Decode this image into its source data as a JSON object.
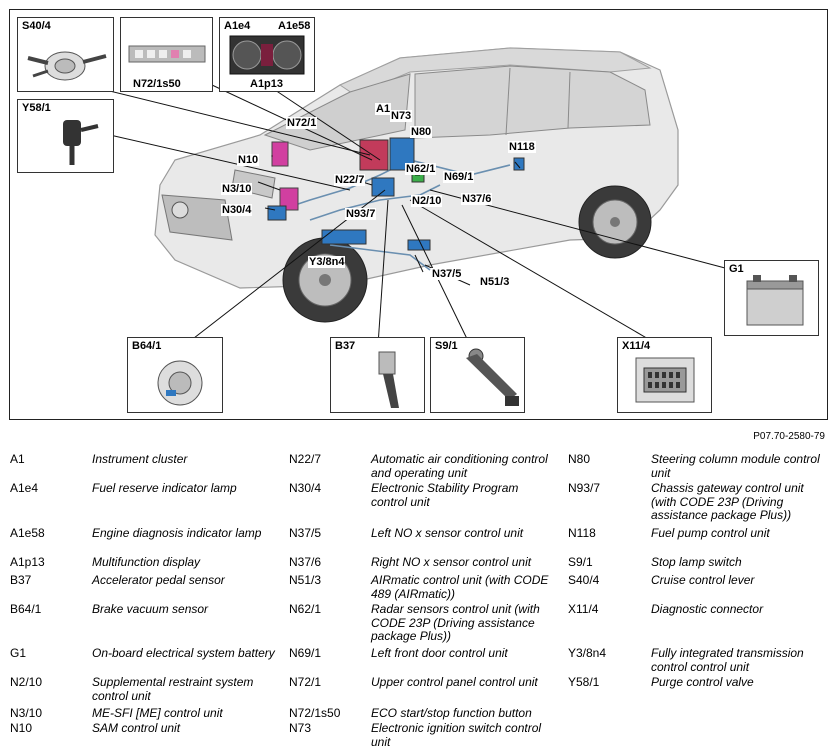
{
  "figure": {
    "reference": "P07.70-2580-79",
    "callouts": {
      "A1": "A1",
      "N73": "N73",
      "N72_1": "N72/1",
      "N80": "N80",
      "N10": "N10",
      "N62_1": "N62/1",
      "N118": "N118",
      "N69_1": "N69/1",
      "N22_7": "N22/7",
      "N3_10": "N3/10",
      "N2_10": "N2/10",
      "N37_6": "N37/6",
      "N30_4": "N30/4",
      "N93_7": "N93/7",
      "Y3_8n4": "Y3/8n4",
      "N37_5": "N37/5",
      "N51_3": "N51/3"
    },
    "insets": {
      "S40_4": "S40/4",
      "N72_1s50": "N72/1s50",
      "A1e4": "A1e4",
      "A1e58": "A1e58",
      "A1p13": "A1p13",
      "Y58_1": "Y58/1",
      "G1": "G1",
      "B64_1": "B64/1",
      "B37": "B37",
      "S9_1": "S9/1",
      "X11_4": "X11/4"
    }
  },
  "legend": {
    "columns": [
      [
        {
          "code": "A1",
          "desc": "Instrument cluster"
        },
        {
          "code": "A1e4",
          "desc": "Fuel reserve indicator lamp"
        },
        {
          "code": "A1e58",
          "desc": "Engine diagnosis indicator lamp"
        },
        {
          "code": "A1p13",
          "desc": "Multifunction display"
        },
        {
          "code": "B37",
          "desc": "Accelerator pedal sensor"
        },
        {
          "code": "B64/1",
          "desc": "Brake vacuum sensor"
        },
        {
          "code": "G1",
          "desc": "On-board electrical system battery"
        },
        {
          "code": "N2/10",
          "desc": "Supplemental restraint system control unit"
        },
        {
          "code": "N3/10",
          "desc": "ME-SFI [ME] control unit"
        },
        {
          "code": "N10",
          "desc": "SAM control unit"
        }
      ],
      [
        {
          "code": "N22/7",
          "desc": "Automatic air conditioning control and operating unit"
        },
        {
          "code": "N30/4",
          "desc": "Electronic Stability Program control unit"
        },
        {
          "code": "N37/5",
          "desc": "Left NO x sensor control unit"
        },
        {
          "code": "N37/6",
          "desc": "Right NO x sensor control unit"
        },
        {
          "code": "N51/3",
          "desc": "AIRmatic control unit (with CODE 489 (AIRmatic))"
        },
        {
          "code": "N62/1",
          "desc": "Radar sensors control unit (with CODE 23P (Driving assistance package Plus))"
        },
        {
          "code": "N69/1",
          "desc": "Left front door control unit"
        },
        {
          "code": "N72/1",
          "desc": "Upper control panel control unit"
        },
        {
          "code": "N72/1s50",
          "desc": "ECO start/stop function button"
        },
        {
          "code": "N73",
          "desc": "Electronic ignition switch control unit"
        }
      ],
      [
        {
          "code": "N80",
          "desc": "Steering column module control unit"
        },
        {
          "code": "N93/7",
          "desc": "Chassis gateway control unit (with CODE 23P (Driving assistance package Plus))"
        },
        {
          "code": "N118",
          "desc": "Fuel pump control unit"
        },
        {
          "code": "S9/1",
          "desc": "Stop lamp switch"
        },
        {
          "code": "S40/4",
          "desc": "Cruise control lever"
        },
        {
          "code": "X11/4",
          "desc": "Diagnostic connector"
        },
        {
          "code": "Y3/8n4",
          "desc": "Fully integrated transmission control control unit"
        },
        {
          "code": "Y58/1",
          "desc": "Purge control valve"
        }
      ]
    ]
  }
}
